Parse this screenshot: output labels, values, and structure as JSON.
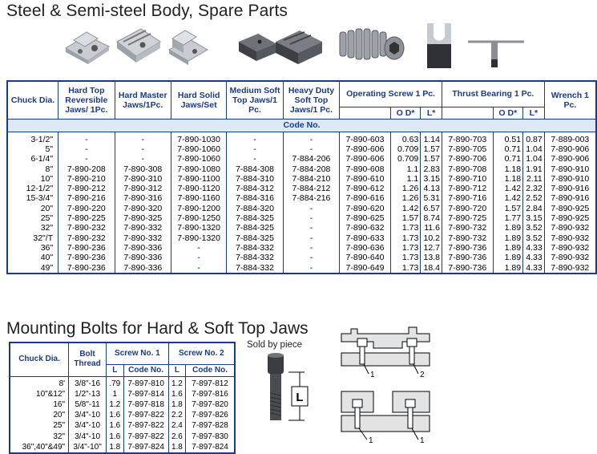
{
  "titles": {
    "spare_parts": "Steel & Semi-steel Body, Spare Parts",
    "mounting_bolts": "Mounting Bolts for Hard & Soft Top Jaws",
    "sold_by_piece": "Sold by piece"
  },
  "diagram_labels": {
    "bolt_length": "L",
    "screw1": "1",
    "screw2": "2"
  },
  "spare_parts": {
    "headers": {
      "chuck_dia": "Chuck Dia.",
      "hard_top": "Hard Top Reversible Jaws/ 1Pc.",
      "hard_master": "Hard Master Jaws/1Pc.",
      "hard_solid": "Hard Solid Jaws/Set",
      "medium_soft": "Medium Soft Top Jaws/1 Pc.",
      "heavy_soft": "Heavy Duty Soft Top Jaws/1 Pc.",
      "operating_screw": "Operating Screw 1 Pc.",
      "thrust_bearing": "Thrust Bearing 1 Pc.",
      "wrench": "Wrench 1 Pc.",
      "od": "O D*",
      "l": "L*",
      "code_no": "Code No."
    },
    "rows": [
      [
        "3-1/2\"",
        "-",
        "-",
        "7-890-1030",
        "-",
        "-",
        "7-890-603",
        "0.63",
        "1.14",
        "7-890-703",
        "0.51",
        "0.87",
        "7-889-003"
      ],
      [
        "5\"",
        "-",
        "-",
        "7-890-1060",
        "-",
        "-",
        "7-890-606",
        "0.709",
        "1.57",
        "7-890-705",
        "0.71",
        "1.04",
        "7-890-906"
      ],
      [
        "6-1/4\"",
        "-",
        "-",
        "7-890-1060",
        "-",
        "7-884-206",
        "7-890-606",
        "0.709",
        "1.57",
        "7-890-706",
        "0.71",
        "1.04",
        "7-890-906"
      ],
      [
        "8\"",
        "7-890-208",
        "7-890-308",
        "7-890-1080",
        "7-884-308",
        "7-884-208",
        "7-890-608",
        "1.1",
        "2.83",
        "7-890-708",
        "1.18",
        "1.91",
        "7-890-910"
      ],
      [
        "10\"",
        "7-890-210",
        "7-890-310",
        "7-890-1100",
        "7-884-310",
        "7-884-210",
        "7-890-610",
        "1.1",
        "3.15",
        "7-890-710",
        "1.18",
        "2.11",
        "7-890-910"
      ],
      [
        "12-1/2\"",
        "7-890-212",
        "7-890-312",
        "7-890-1120",
        "7-884-312",
        "7-884-212",
        "7-890-612",
        "1.26",
        "4.13",
        "7-890-712",
        "1.42",
        "2.32",
        "7-890-916"
      ],
      [
        "15-3/4\"",
        "7-890-216",
        "7-890-316",
        "7-890-1160",
        "7-884-316",
        "7-884-216",
        "7-890-616",
        "1.26",
        "5.31",
        "7-890-716",
        "1.42",
        "2.52",
        "7-890-916"
      ],
      [
        "20\"",
        "7-890-220",
        "7-890-320",
        "7-890-1200",
        "7-884-320",
        "-",
        "7-890-620",
        "1.42",
        "6.57",
        "7-890-720",
        "1.57",
        "2.84",
        "7-890-925"
      ],
      [
        "25\"",
        "7-890-225",
        "7-890-325",
        "7-890-1250",
        "7-884-325",
        "-",
        "7-890-625",
        "1.57",
        "8.74",
        "7-890-725",
        "1.77",
        "3.15",
        "7-890-925"
      ],
      [
        "32\"",
        "7-890-232",
        "7-890-332",
        "7-890-1320",
        "7-884-325",
        "-",
        "7-890-632",
        "1.73",
        "11.6",
        "7-890-732",
        "1.89",
        "3.52",
        "7-890-932"
      ],
      [
        "32\"/T",
        "7-890-232",
        "7-890-332",
        "7-890-1320",
        "7-884-325",
        "-",
        "7-890-633",
        "1.73",
        "10.2",
        "7-890-732",
        "1.89",
        "3.52",
        "7-890-932"
      ],
      [
        "36\"",
        "7-890-236",
        "7-890-336",
        "-",
        "7-884-332",
        "-",
        "7-890-636",
        "1.73",
        "12.7",
        "7-890-736",
        "1.89",
        "4.33",
        "7-890-932"
      ],
      [
        "40\"",
        "7-890-236",
        "7-890-336",
        "-",
        "7-884-332",
        "-",
        "7-890-640",
        "1.73",
        "13.8",
        "7-890-736",
        "1.89",
        "4.33",
        "7-890-932"
      ],
      [
        "49\"",
        "7-890-236",
        "7-890-336",
        "-",
        "7-884-332",
        "-",
        "7-890-649",
        "1.73",
        "18.4",
        "7-890-736",
        "1.89",
        "4.33",
        "7-890-932"
      ]
    ]
  },
  "mounting_bolts": {
    "headers": {
      "chuck_dia": "Chuck Dia.",
      "bolt_thread": "Bolt Thread",
      "screw1": "Screw No. 1",
      "screw2": "Screw No. 2",
      "l": "L",
      "code_no": "Code No."
    },
    "rows": [
      [
        "8'",
        "3/8\"-16",
        ".79",
        "7-897-810",
        "1.2",
        "7-897-812"
      ],
      [
        "10\"&12\"",
        "1/2\"-13",
        "1",
        "7-897-814",
        "1.6",
        "7-897-816"
      ],
      [
        "16\"",
        "5/8\"-11",
        "1.2",
        "7-897-818",
        "1.8",
        "7-897-820"
      ],
      [
        "20\"",
        "3/4\"-10",
        "1.6",
        "7-897-822",
        "2.2",
        "7-897-826"
      ],
      [
        "25\"",
        "3/4\"-10",
        "1.6",
        "7-897-822",
        "2.4",
        "7-897-828"
      ],
      [
        "32\"",
        "3/4\"-10",
        "1.6",
        "7-897-822",
        "2.6",
        "7-897-830"
      ],
      [
        "36\",40\"&49\"",
        "3/4\"-10\"",
        "1.8",
        "7-897-824",
        "1.8",
        "7-897-824"
      ]
    ]
  },
  "colors": {
    "header_text": "#1b3a8c",
    "border": "#1b3a8c",
    "code_band": "#dfe7f7",
    "title": "#222222"
  }
}
